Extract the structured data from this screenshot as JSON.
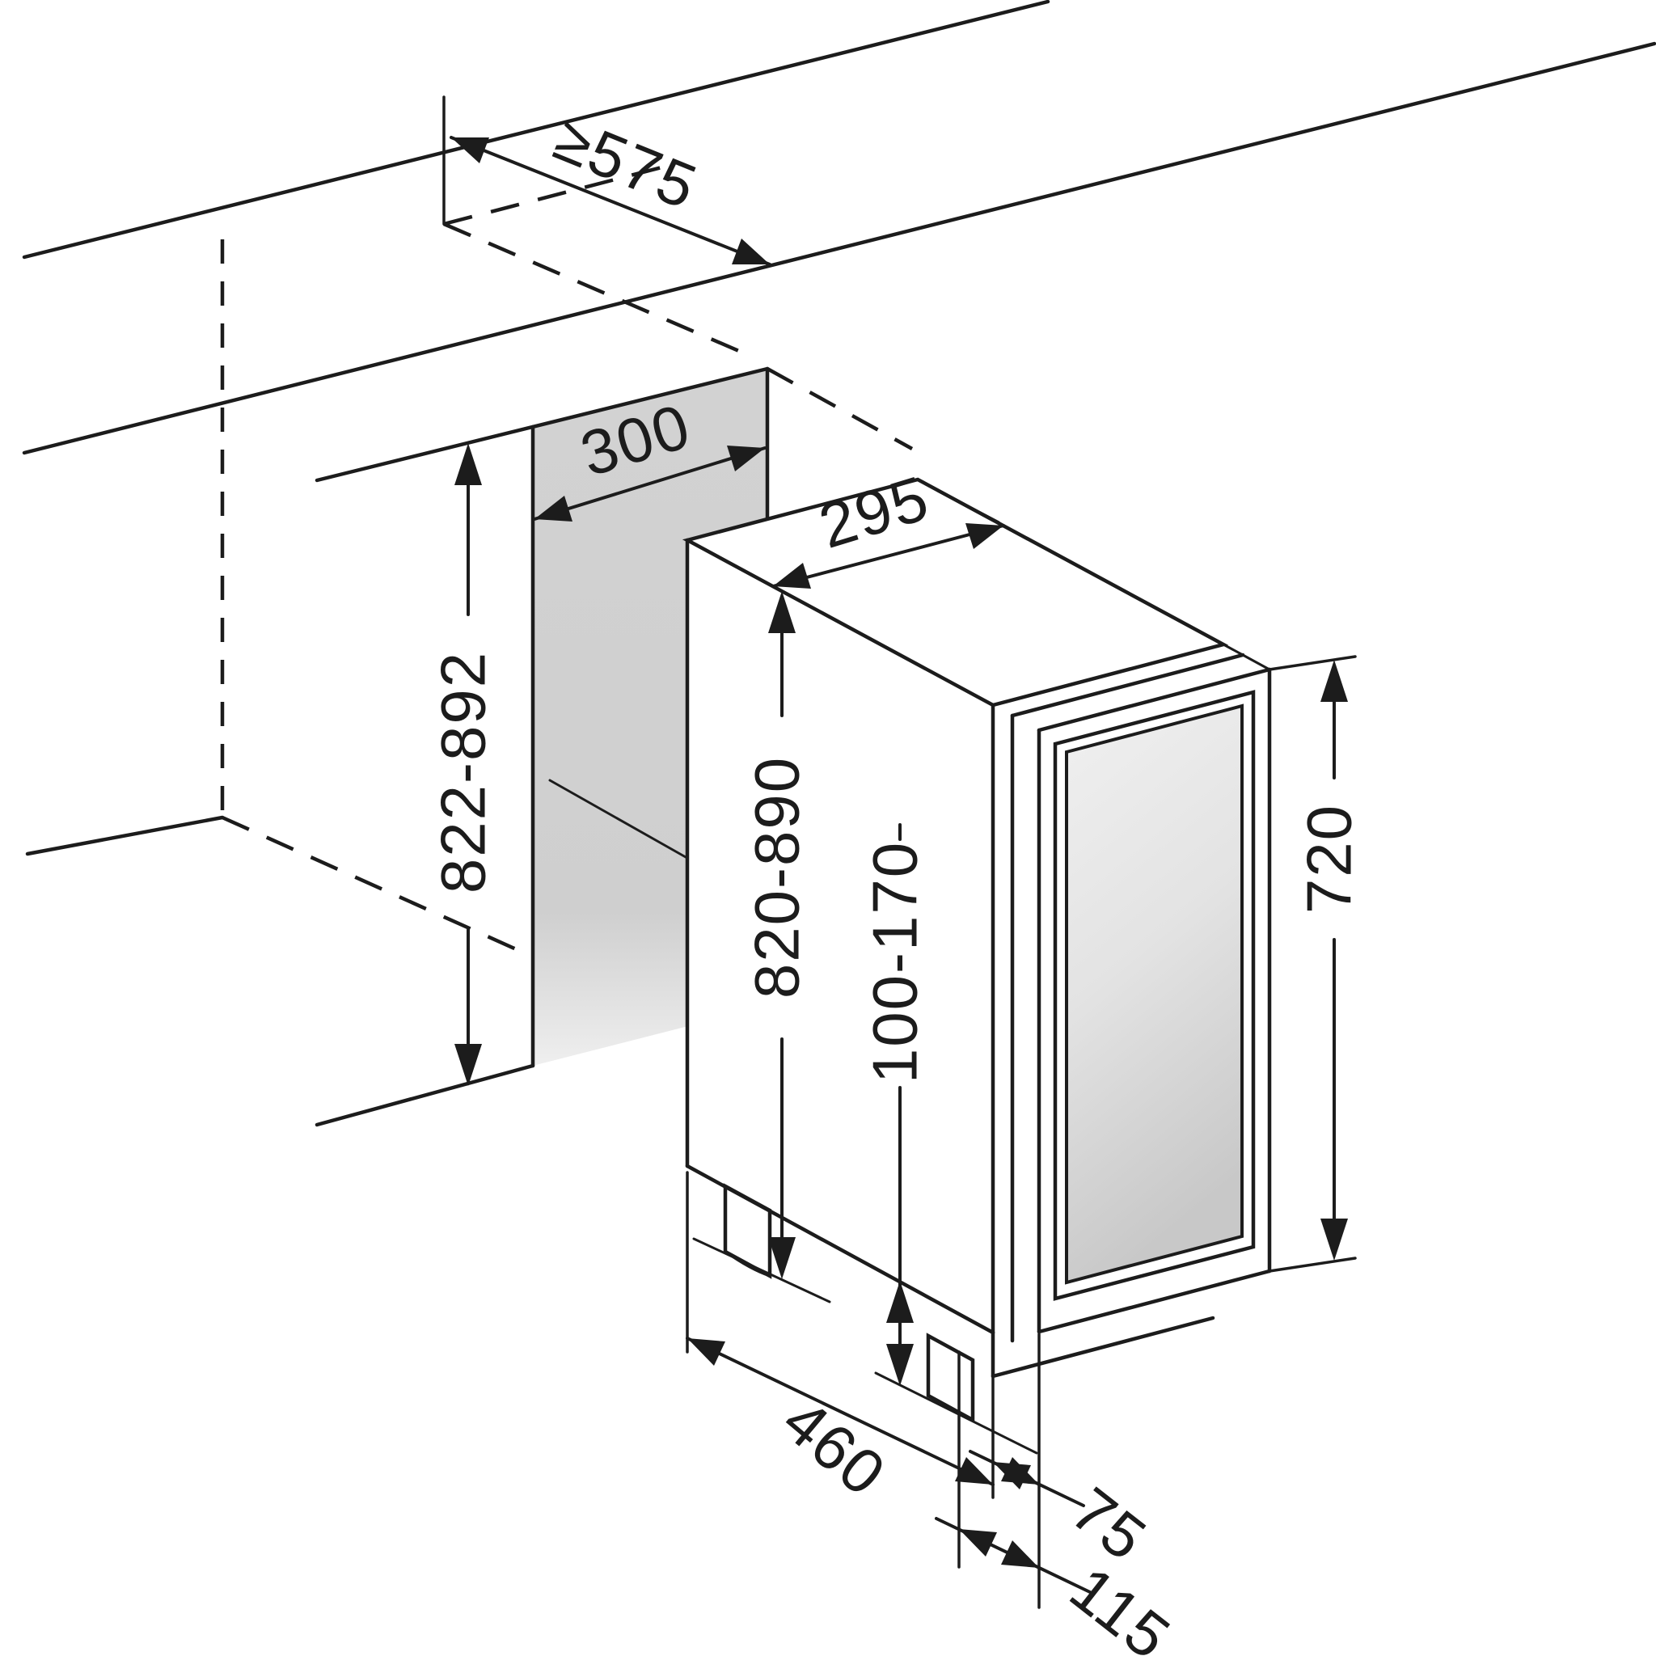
{
  "diagram": {
    "kind": "appliance built-under installation drawing",
    "dimensions": {
      "niche_depth_min": "≥575",
      "niche_width": "300",
      "appliance_width": "295",
      "niche_height": "822-892",
      "appliance_height": "820-890",
      "feet_adjust_range": "100-170",
      "door_height": "720",
      "appliance_depth": "460",
      "door_projection": "75",
      "plinth_recess": "115"
    },
    "colors": {
      "line": "#1c1c1c",
      "niche_panel": "#d2d2d2",
      "glass_top": "#f0f0f0",
      "glass_bottom": "#c8c8c8",
      "background": "#ffffff"
    }
  }
}
